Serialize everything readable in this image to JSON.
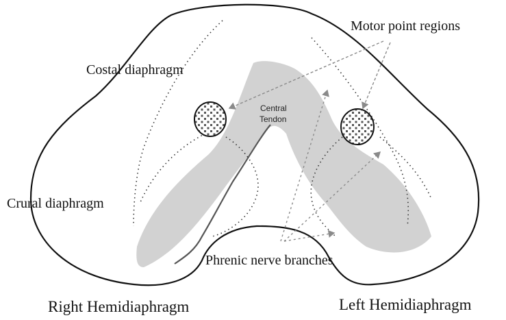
{
  "labels": {
    "motor_point_regions": "Motor point regions",
    "costal_diaphragm": "Costal diaphragm",
    "central_tendon_line1": "Central",
    "central_tendon_line2": "Tendon",
    "crural_diaphragm": "Crural diaphragm",
    "phrenic_nerve_branches": "Phrenic nerve branches",
    "right_hemidiaphragm": "Right Hemidiaphragm",
    "left_hemidiaphragm": "Left Hemidiaphragm"
  },
  "colors": {
    "outline": "#111111",
    "tendon_fill": "#d2d2d2",
    "arrow": "#8a8a8a",
    "dotted": "#333333"
  }
}
